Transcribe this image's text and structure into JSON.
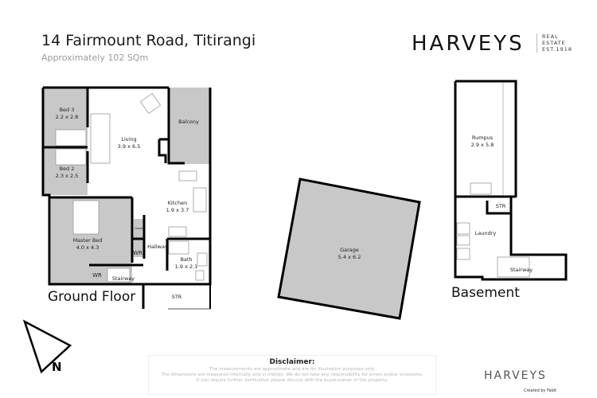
{
  "header": {
    "title": "14 Fairmount Road, Titirangi",
    "subtitle": "Approximately 102 SQm"
  },
  "logo": {
    "name": "HARVEYS",
    "tagline": [
      "REAL",
      "ESTATE",
      "EST.1918"
    ]
  },
  "floors": {
    "ground": {
      "label": "Ground Floor",
      "rooms": [
        {
          "name": "Bed 3",
          "dims": "2.2 x 2.8"
        },
        {
          "name": "Bed 2",
          "dims": "2.3 x 2.5"
        },
        {
          "name": "Living",
          "dims": "3.9 x 6.5"
        },
        {
          "name": "Balcony",
          "dims": ""
        },
        {
          "name": "Kitchen",
          "dims": "1.9 x 3.7"
        },
        {
          "name": "Master Bed",
          "dims": "4.0 x 4.3"
        },
        {
          "name": "Closet",
          "dims": ""
        },
        {
          "name": "WR",
          "dims": ""
        },
        {
          "name": "Hallway",
          "dims": ""
        },
        {
          "name": "Bath",
          "dims": "1.9 x 2.1"
        },
        {
          "name": "WR",
          "dims": ""
        },
        {
          "name": "Stairway",
          "dims": ""
        },
        {
          "name": "STR",
          "dims": ""
        }
      ]
    },
    "garage": {
      "rooms": [
        {
          "name": "Garage",
          "dims": "5.4 x 6.2"
        }
      ]
    },
    "basement": {
      "label": "Basement",
      "rooms": [
        {
          "name": "Rumpus",
          "dims": "2.9 x 5.8"
        },
        {
          "name": "STR",
          "dims": ""
        },
        {
          "name": "Laundry",
          "dims": ""
        },
        {
          "name": "Stairway",
          "dims": ""
        }
      ]
    }
  },
  "compass": {
    "label": "N"
  },
  "disclaimer": {
    "heading": "Disclaimer:",
    "lines": [
      "The measurements are approximate and are for illustration purposes only.",
      "The dimensions are measured internally and in metres. We do not take any responsibility for errors and/or omissions.",
      "If you require further verification please discuss with the buyer/owner of the property."
    ]
  },
  "footer": {
    "brand": "HARVEYS",
    "credit": "Created by Fabit"
  },
  "colors": {
    "room_fill": "#c8c8c8",
    "wall": "#000000"
  }
}
